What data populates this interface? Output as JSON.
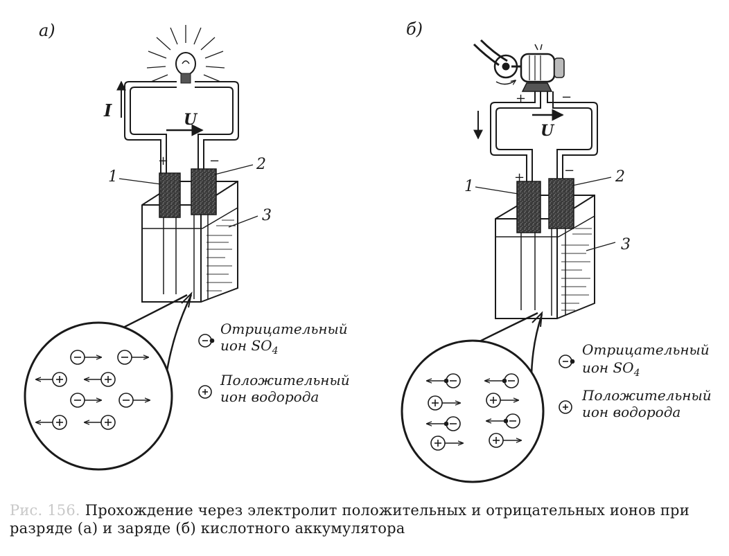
{
  "panels": [
    {
      "label": "а)",
      "current_label": "I",
      "voltage_label": "U",
      "plus": "+",
      "minus": "−",
      "callouts": [
        "1",
        "2",
        "3"
      ],
      "legend": [
        {
          "line1": "Отрицательный",
          "line2": "ион SO",
          "sub": "4"
        },
        {
          "line1": "Положительный",
          "line2": "ион водорода",
          "sub": ""
        }
      ]
    },
    {
      "label": "б)",
      "voltage_label": "U",
      "plus": "+",
      "minus": "−",
      "gen_plus": "+",
      "gen_minus": "−",
      "callouts": [
        "1",
        "2",
        "3"
      ],
      "legend": [
        {
          "line1": "Отрицательный",
          "line2": "ион SO",
          "sub": "4"
        },
        {
          "line1": "Положительный",
          "line2": "ион водорода",
          "sub": ""
        }
      ]
    }
  ],
  "caption": {
    "fig_ref": "Рис. 156.",
    "text": "Прохождение через электролит положительных и отрицательных ионов при разряде (а) и заряде (б) кислотного аккумулятора"
  }
}
